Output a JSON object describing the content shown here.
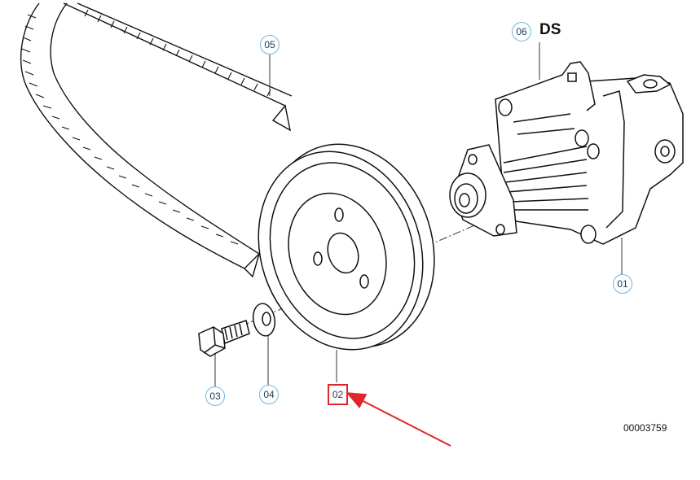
{
  "callouts": {
    "c01": "01",
    "c02": "02",
    "c03": "03",
    "c04": "04",
    "c05": "05",
    "c06": "06"
  },
  "variant_label": "DS",
  "diagram_id": "00003759",
  "colors": {
    "callout_border": "#6fb7e3",
    "highlight": "#e0262a",
    "line_art": "#111111"
  }
}
